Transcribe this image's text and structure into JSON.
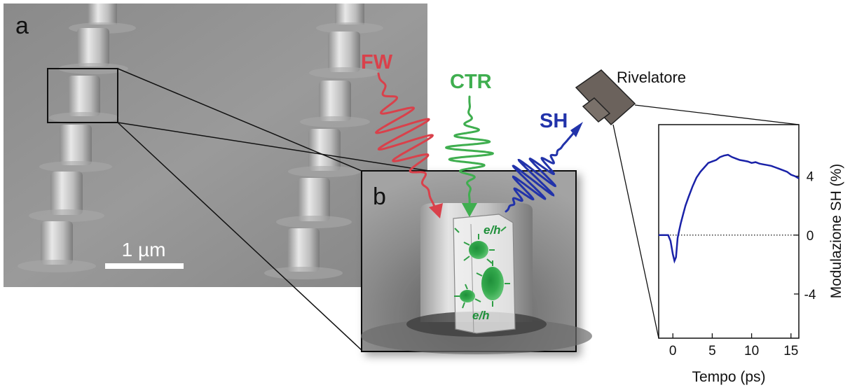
{
  "panel_a": {
    "label": "a",
    "scale_bar": "1 µm"
  },
  "panel_b": {
    "label": "b",
    "carrier_label_1": "e/h",
    "carrier_label_2": "e/h"
  },
  "beams": {
    "fw": {
      "label": "FW",
      "color": "#d9414b"
    },
    "ctr": {
      "label": "CTR",
      "color": "#3fae4f"
    },
    "sh": {
      "label": "SH",
      "color": "#2233aa"
    }
  },
  "detector": {
    "label": "Rivelatore"
  },
  "chart_data": {
    "type": "line",
    "xlabel": "Tempo (ps)",
    "ylabel": "Modulazione SH (%)",
    "xlim": [
      -1.8,
      16
    ],
    "ylim": [
      -7,
      7.5
    ],
    "x_ticks": [
      0,
      5,
      10,
      15
    ],
    "y_ticks": [
      4,
      0,
      -4
    ],
    "zero_line": "dotted",
    "series": [
      {
        "color": "#1a22a8",
        "x": [
          -1.8,
          -0.6,
          -0.3,
          0.0,
          0.2,
          0.4,
          0.6,
          0.8,
          1.0,
          1.3,
          1.6,
          2.0,
          2.5,
          3.0,
          3.5,
          4.0,
          4.5,
          5.0,
          5.5,
          6.0,
          6.5,
          7.0,
          7.5,
          8.0,
          8.5,
          9.0,
          9.5,
          10.0,
          10.5,
          11.0,
          11.5,
          12.0,
          12.5,
          13.0,
          13.5,
          14.0,
          14.5,
          15.0,
          15.5,
          16.0
        ],
        "y": [
          0.0,
          0.0,
          -0.4,
          -1.3,
          -1.75,
          -1.5,
          -0.2,
          0.3,
          0.8,
          1.4,
          2.0,
          2.6,
          3.3,
          3.9,
          4.3,
          4.6,
          4.9,
          5.0,
          5.1,
          5.3,
          5.4,
          5.45,
          5.3,
          5.2,
          5.1,
          5.05,
          5.0,
          4.9,
          4.95,
          4.85,
          4.8,
          4.75,
          4.7,
          4.6,
          4.5,
          4.4,
          4.3,
          4.1,
          4.0,
          3.85
        ]
      }
    ]
  }
}
